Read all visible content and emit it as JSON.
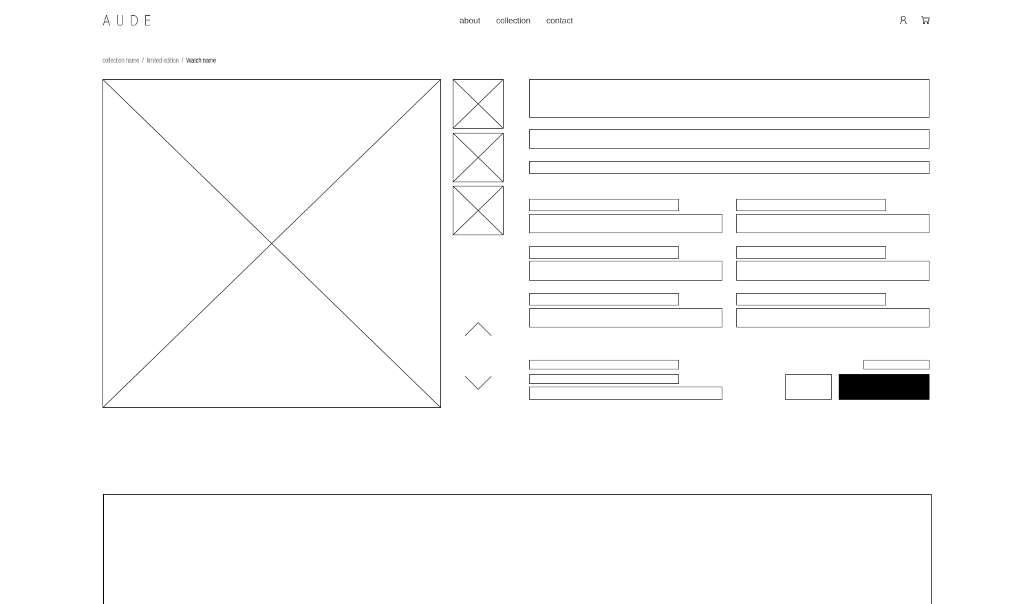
{
  "header": {
    "logo": "AUDE",
    "nav": [
      {
        "label": "about"
      },
      {
        "label": "collection"
      },
      {
        "label": "contact"
      }
    ],
    "icons": {
      "account": "user-icon",
      "cart": "cart-icon"
    }
  },
  "breadcrumb": {
    "items": [
      {
        "label": "collection name"
      },
      {
        "label": "limited edition"
      },
      {
        "label": "Watch name"
      }
    ],
    "separator": "/"
  },
  "gallery": {
    "main_image": "image-placeholder",
    "thumbnails": [
      {
        "name": "thumbnail-1"
      },
      {
        "name": "thumbnail-2"
      },
      {
        "name": "thumbnail-3"
      }
    ],
    "controls": {
      "up": "chevron-up-icon",
      "down": "chevron-down-icon"
    }
  },
  "product": {
    "title_placeholder": "",
    "subtitle_placeholder": "",
    "description_placeholder": "",
    "specs": [
      {
        "label": "",
        "value": ""
      },
      {
        "label": "",
        "value": ""
      },
      {
        "label": "",
        "value": ""
      },
      {
        "label": "",
        "value": ""
      },
      {
        "label": "",
        "value": ""
      },
      {
        "label": "",
        "value": ""
      }
    ],
    "purchase": {
      "price_label": "",
      "quantity": "",
      "add_to_cart": ""
    }
  },
  "colors": {
    "stroke": "#333333",
    "primary_button": "#000000",
    "background": "#ffffff"
  }
}
